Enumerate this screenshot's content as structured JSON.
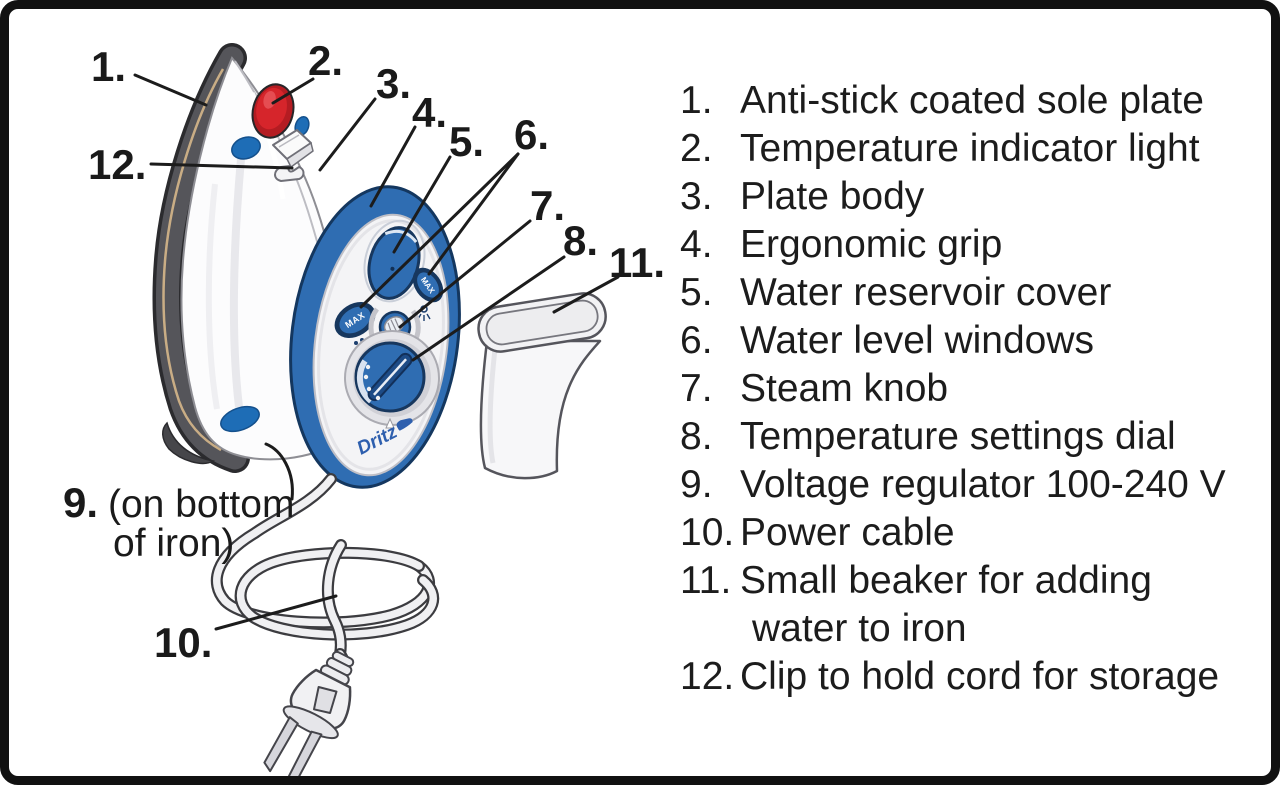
{
  "figure": {
    "subject": "Travel iron parts identification diagram"
  },
  "iron": {
    "brand": "Dritz",
    "water_window_text": "MAX"
  },
  "colors": {
    "panel_blue": "#2f6db2",
    "navy": "#17375e",
    "indicator_red": "#d6252b",
    "sole_gray": "#55555a",
    "sole_edge_tan": "#c9ad85",
    "outline": "#45454b",
    "text": "#1c1c1c"
  },
  "callouts": {
    "c1": "1.",
    "c2": "2.",
    "c3": "3.",
    "c4": "4.",
    "c5": "5.",
    "c6": "6.",
    "c7": "7.",
    "c8": "8.",
    "c9": "9.",
    "c9_note_line1": "(on bottom",
    "c9_note_line2": "of iron)",
    "c10": "10.",
    "c11": "11.",
    "c12": "12."
  },
  "legend": {
    "items": [
      {
        "num": "1.",
        "label": "Anti-stick coated sole plate"
      },
      {
        "num": "2.",
        "label": "Temperature indicator light"
      },
      {
        "num": "3.",
        "label": "Plate body"
      },
      {
        "num": "4.",
        "label": "Ergonomic grip"
      },
      {
        "num": "5.",
        "label": "Water reservoir cover"
      },
      {
        "num": "6.",
        "label": "Water level windows"
      },
      {
        "num": "7.",
        "label": "Steam knob"
      },
      {
        "num": "8.",
        "label": "Temperature settings dial"
      },
      {
        "num": "9.",
        "label": "Voltage regulator 100-240 V"
      },
      {
        "num": "10.",
        "label": "Power cable"
      },
      {
        "num": "11.",
        "label": "Small beaker for adding",
        "label2": "water to iron"
      },
      {
        "num": "12.",
        "label": "Clip to hold cord for storage"
      }
    ]
  }
}
